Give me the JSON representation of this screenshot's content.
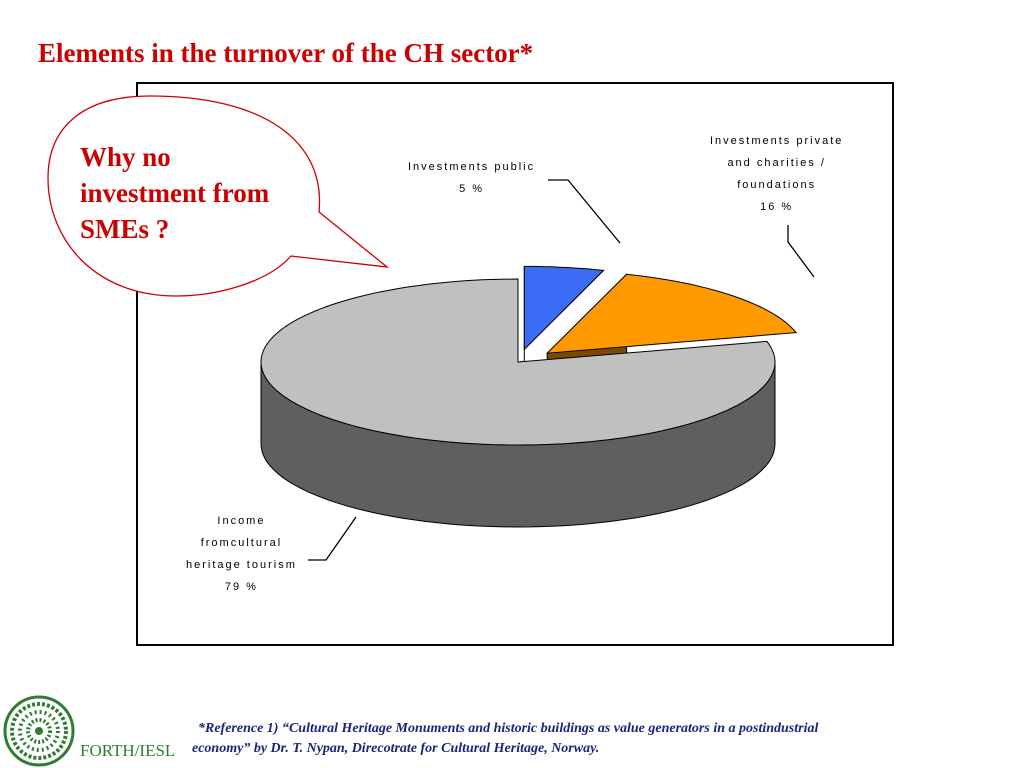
{
  "slide": {
    "title": "Elements in the turnover of the CH sector*"
  },
  "callout": {
    "lines": [
      "Why no",
      "investment from",
      "SMEs ?"
    ]
  },
  "chart_data": {
    "type": "pie",
    "three_d": true,
    "title": "",
    "slices": [
      {
        "label_lines": [
          "Investments public"
        ],
        "value": 5,
        "value_text": "5 %",
        "color": "#3b6cf6",
        "side_color": "#1f3a8a"
      },
      {
        "label_lines": [
          "Investments private",
          "and charities /",
          "foundations"
        ],
        "value": 16,
        "value_text": "16 %",
        "color": "#ff9900",
        "side_color": "#7a4a00"
      },
      {
        "label_lines": [
          "Income",
          "fromcultural",
          "heritage tourism"
        ],
        "value": 79,
        "value_text": "79 %",
        "color": "#c0c0c0",
        "side_color": "#5f5f5f"
      }
    ]
  },
  "footnote": {
    "line1": "*Reference      1) “Cultural Heritage Monuments and historic buildings as value generators in a postindustrial",
    "line2": "economy” by Dr. T. Nypan, Direcotrate for Cultural Heritage, Norway."
  },
  "logo": {
    "text": "FORTH/IESL",
    "color": "#2e7d32"
  }
}
